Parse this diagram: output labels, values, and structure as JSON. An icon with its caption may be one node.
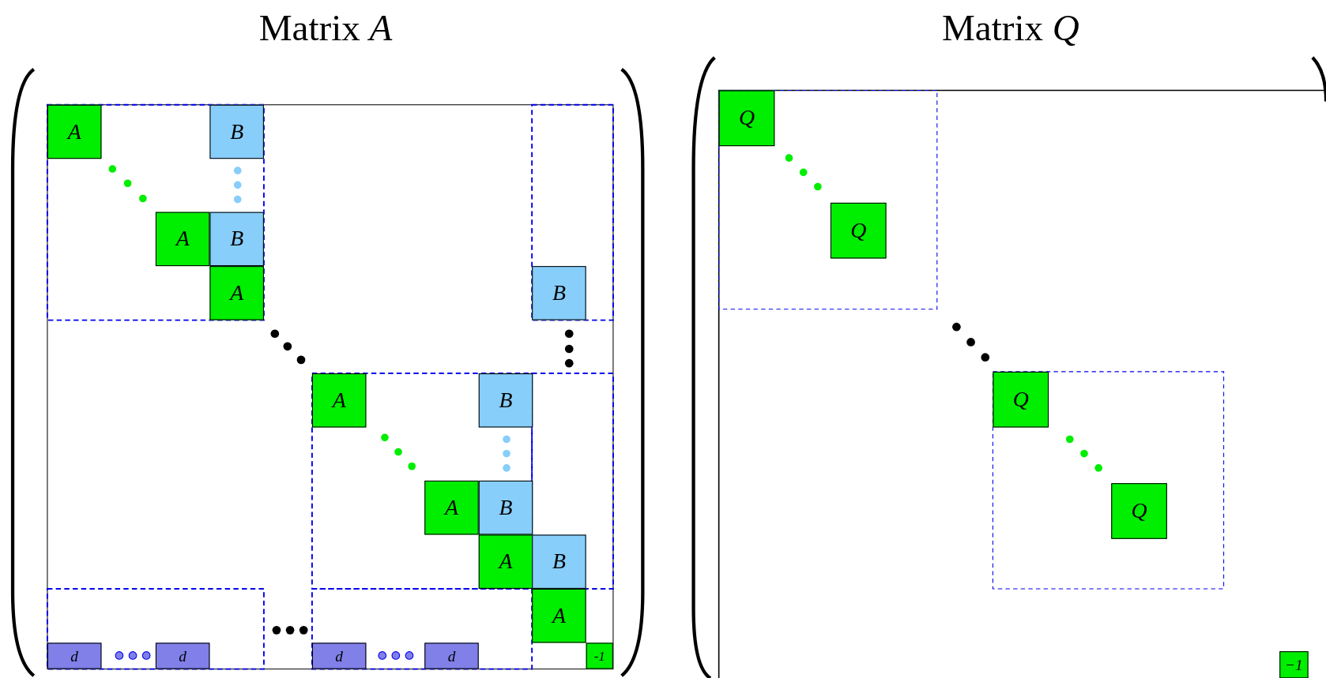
{
  "diagram": {
    "nodes": [
      {
        "text": [
          "A"
        ]
      },
      {
        "text": [
          "B"
        ]
      },
      {
        "text": [
          "A"
        ]
      },
      {
        "text": [
          "B"
        ]
      },
      {
        "text": [
          "A"
        ]
      },
      {
        "text": [
          "B"
        ]
      },
      {
        "text": [
          "A"
        ]
      },
      {
        "text": [
          "B"
        ]
      },
      {
        "text": [
          "A"
        ]
      },
      {
        "text": [
          "B"
        ]
      },
      {
        "text": [
          "A"
        ]
      },
      {
        "text": [
          "B"
        ]
      },
      {
        "text": [
          "A"
        ]
      },
      {
        "text": [
          "d"
        ]
      },
      {
        "text": [
          "d"
        ]
      },
      {
        "text": [
          "d"
        ]
      },
      {
        "text": [
          "d"
        ]
      },
      {
        "text": [
          "-1"
        ]
      },
      {
        "text": [
          "Q"
        ]
      },
      {
        "text": [
          "Q"
        ]
      },
      {
        "text": [
          "Q"
        ]
      },
      {
        "text": [
          "Q"
        ]
      },
      {
        "text": [
          "−1"
        ]
      }
    ],
    "labels": [
      "Matrix *A*",
      "Matrix *Q*"
    ]
  }
}
